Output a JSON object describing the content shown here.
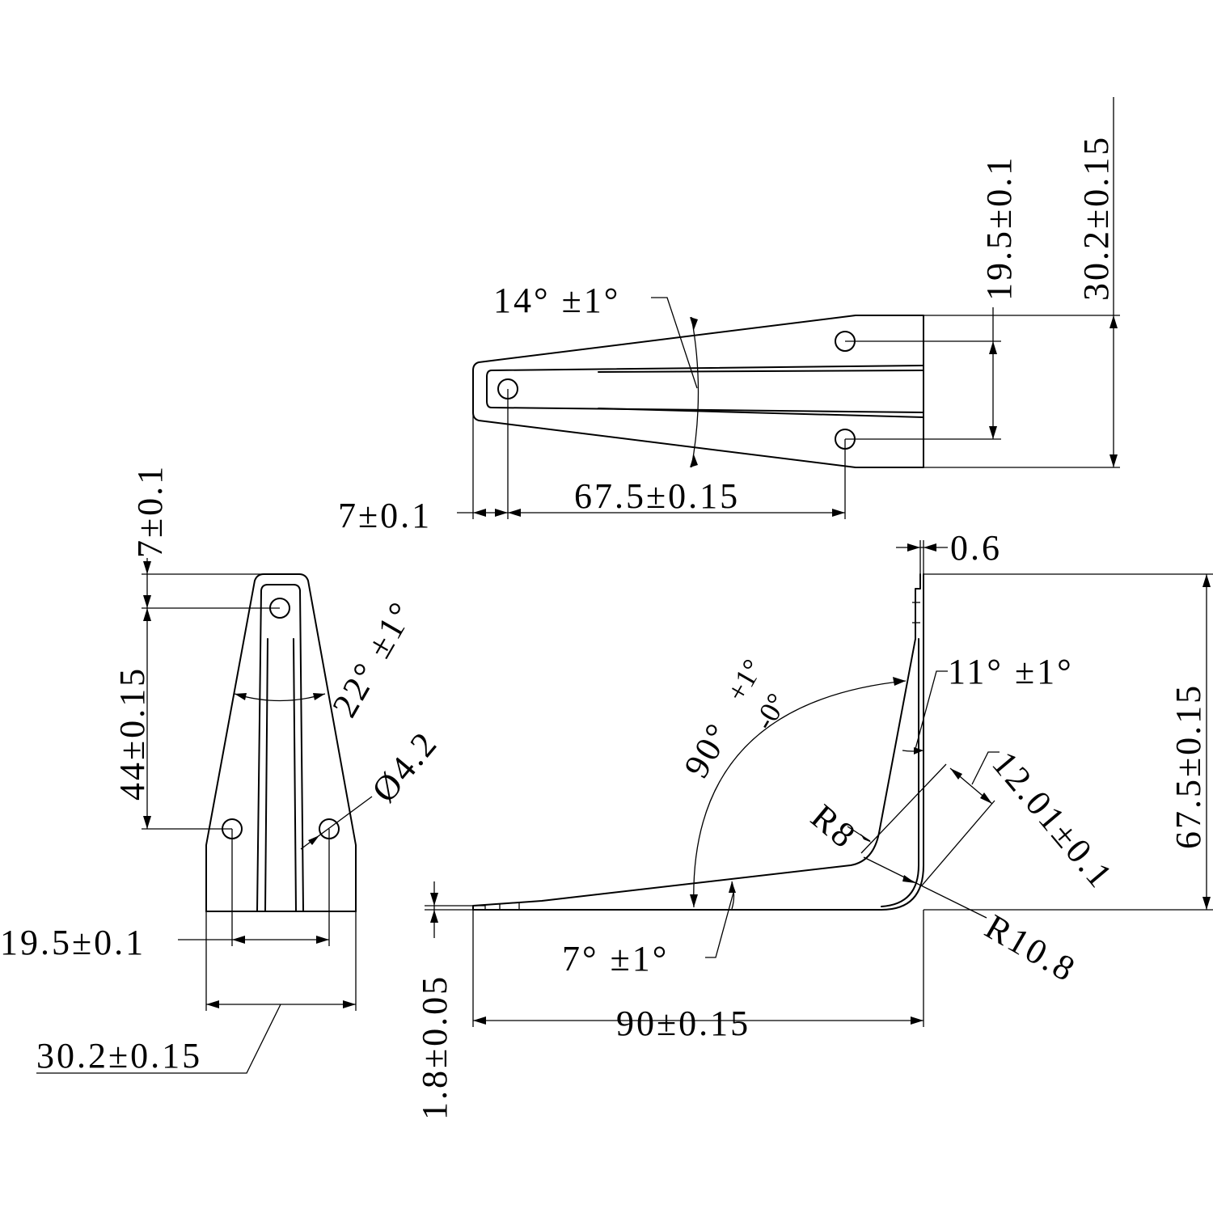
{
  "dims": {
    "top_angle": "14°  ±1°",
    "top_hole_spacing": "19.5±0.1",
    "top_width": "30.2±0.15",
    "top_length": "67.5±0.15",
    "top_offset": "7±0.1",
    "thickness_step": "0.6",
    "side_height": "67.5±0.15",
    "bend_angle_main": "90°",
    "bend_tol_plus": "+1°",
    "bend_tol_minus": "-0°",
    "angle_11": "11°  ±1°",
    "chord": "12.01±0.1",
    "r8": "R8",
    "r10": "R10.8",
    "angle_7": "7°  ±1°",
    "base_length": "90±0.15",
    "thickness": "1.8±0.05",
    "left_top_offset": "7±0.1",
    "left_hole_length": "44±0.15",
    "left_angle": "22°  ±1°",
    "hole_dia": "Ø4.2",
    "left_hole_spacing": "19.5±0.1",
    "left_width": "30.2±0.15"
  }
}
